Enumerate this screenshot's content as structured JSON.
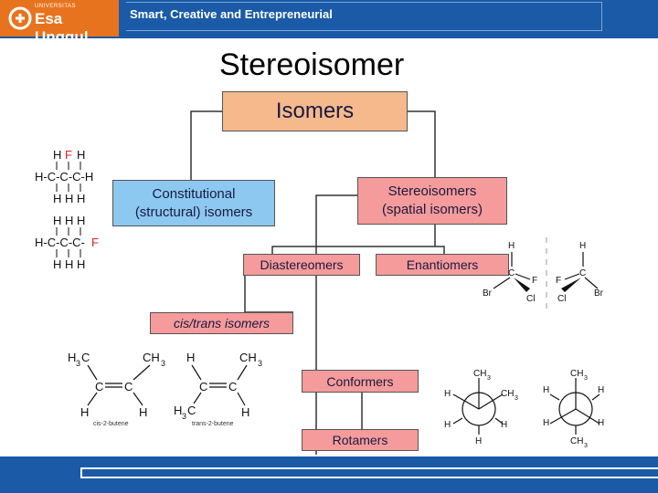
{
  "header": {
    "university_small": "UNIVERSITAS",
    "university_name": "Esa Unggul",
    "tagline": "Smart, Creative and Entrepreneurial"
  },
  "page_title": "Stereoisomer",
  "diagram": {
    "root": "Isomers",
    "constitutional": [
      "Constitutional",
      "(structural) isomers"
    ],
    "stereoisomers": [
      "Stereoisomers",
      "(spatial isomers)"
    ],
    "diastereomers": "Diastereomers",
    "enantiomers": "Enantiomers",
    "cis_trans": "cis/trans isomers",
    "conformers": "Conformers",
    "rotamers": "Rotamers",
    "cis_caption": "cis-2-butene",
    "trans_caption": "trans-2-butene",
    "colors": {
      "root": "#f5b98c",
      "constitutional": "#8cc8f0",
      "stereo": "#f59b9b"
    }
  }
}
